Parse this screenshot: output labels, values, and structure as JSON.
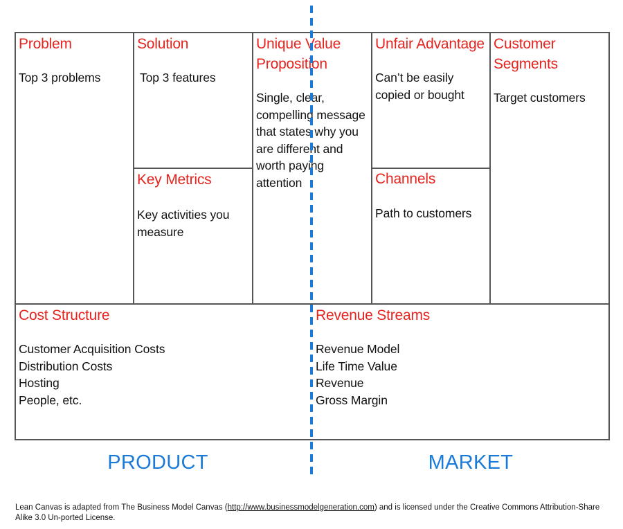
{
  "canvas": {
    "problem": {
      "title": "Problem",
      "body": "Top 3 problems"
    },
    "solution": {
      "title": "Solution",
      "body": "Top 3 features"
    },
    "uvp": {
      "title": "Unique Value\nProposition",
      "body": "Single, clear,\ncompelling message\nthat states why you\nare different and\nworth paying\nattention"
    },
    "unfair_advantage": {
      "title": "Unfair Advantage",
      "body": "Can’t be easily\ncopied or bought"
    },
    "customer_segments": {
      "title": "Customer\nSegments",
      "body": "Target customers"
    },
    "key_metrics": {
      "title": "Key Metrics",
      "body": "Key activities you\nmeasure"
    },
    "channels": {
      "title": "Channels",
      "body": "Path to customers"
    },
    "cost_structure": {
      "title": "Cost Structure",
      "body": "Customer Acquisition Costs\nDistribution Costs\nHosting\nPeople, etc."
    },
    "revenue_streams": {
      "title": "Revenue Streams",
      "body": "Revenue Model\nLife Time Value\nRevenue\nGross Margin"
    }
  },
  "zones": {
    "left": "PRODUCT",
    "right": "MARKET"
  },
  "footer": {
    "before": "Lean Canvas is adapted from The Business Model Canvas (",
    "link": "http://www.businessmodelgeneration.com",
    "after": ") and is licensed under the Creative Commons Attribution-Share Alike 3.0 Un-ported License."
  },
  "colors": {
    "heading": "#e4241f",
    "accent": "#1a7ad8",
    "border": "#555555"
  }
}
